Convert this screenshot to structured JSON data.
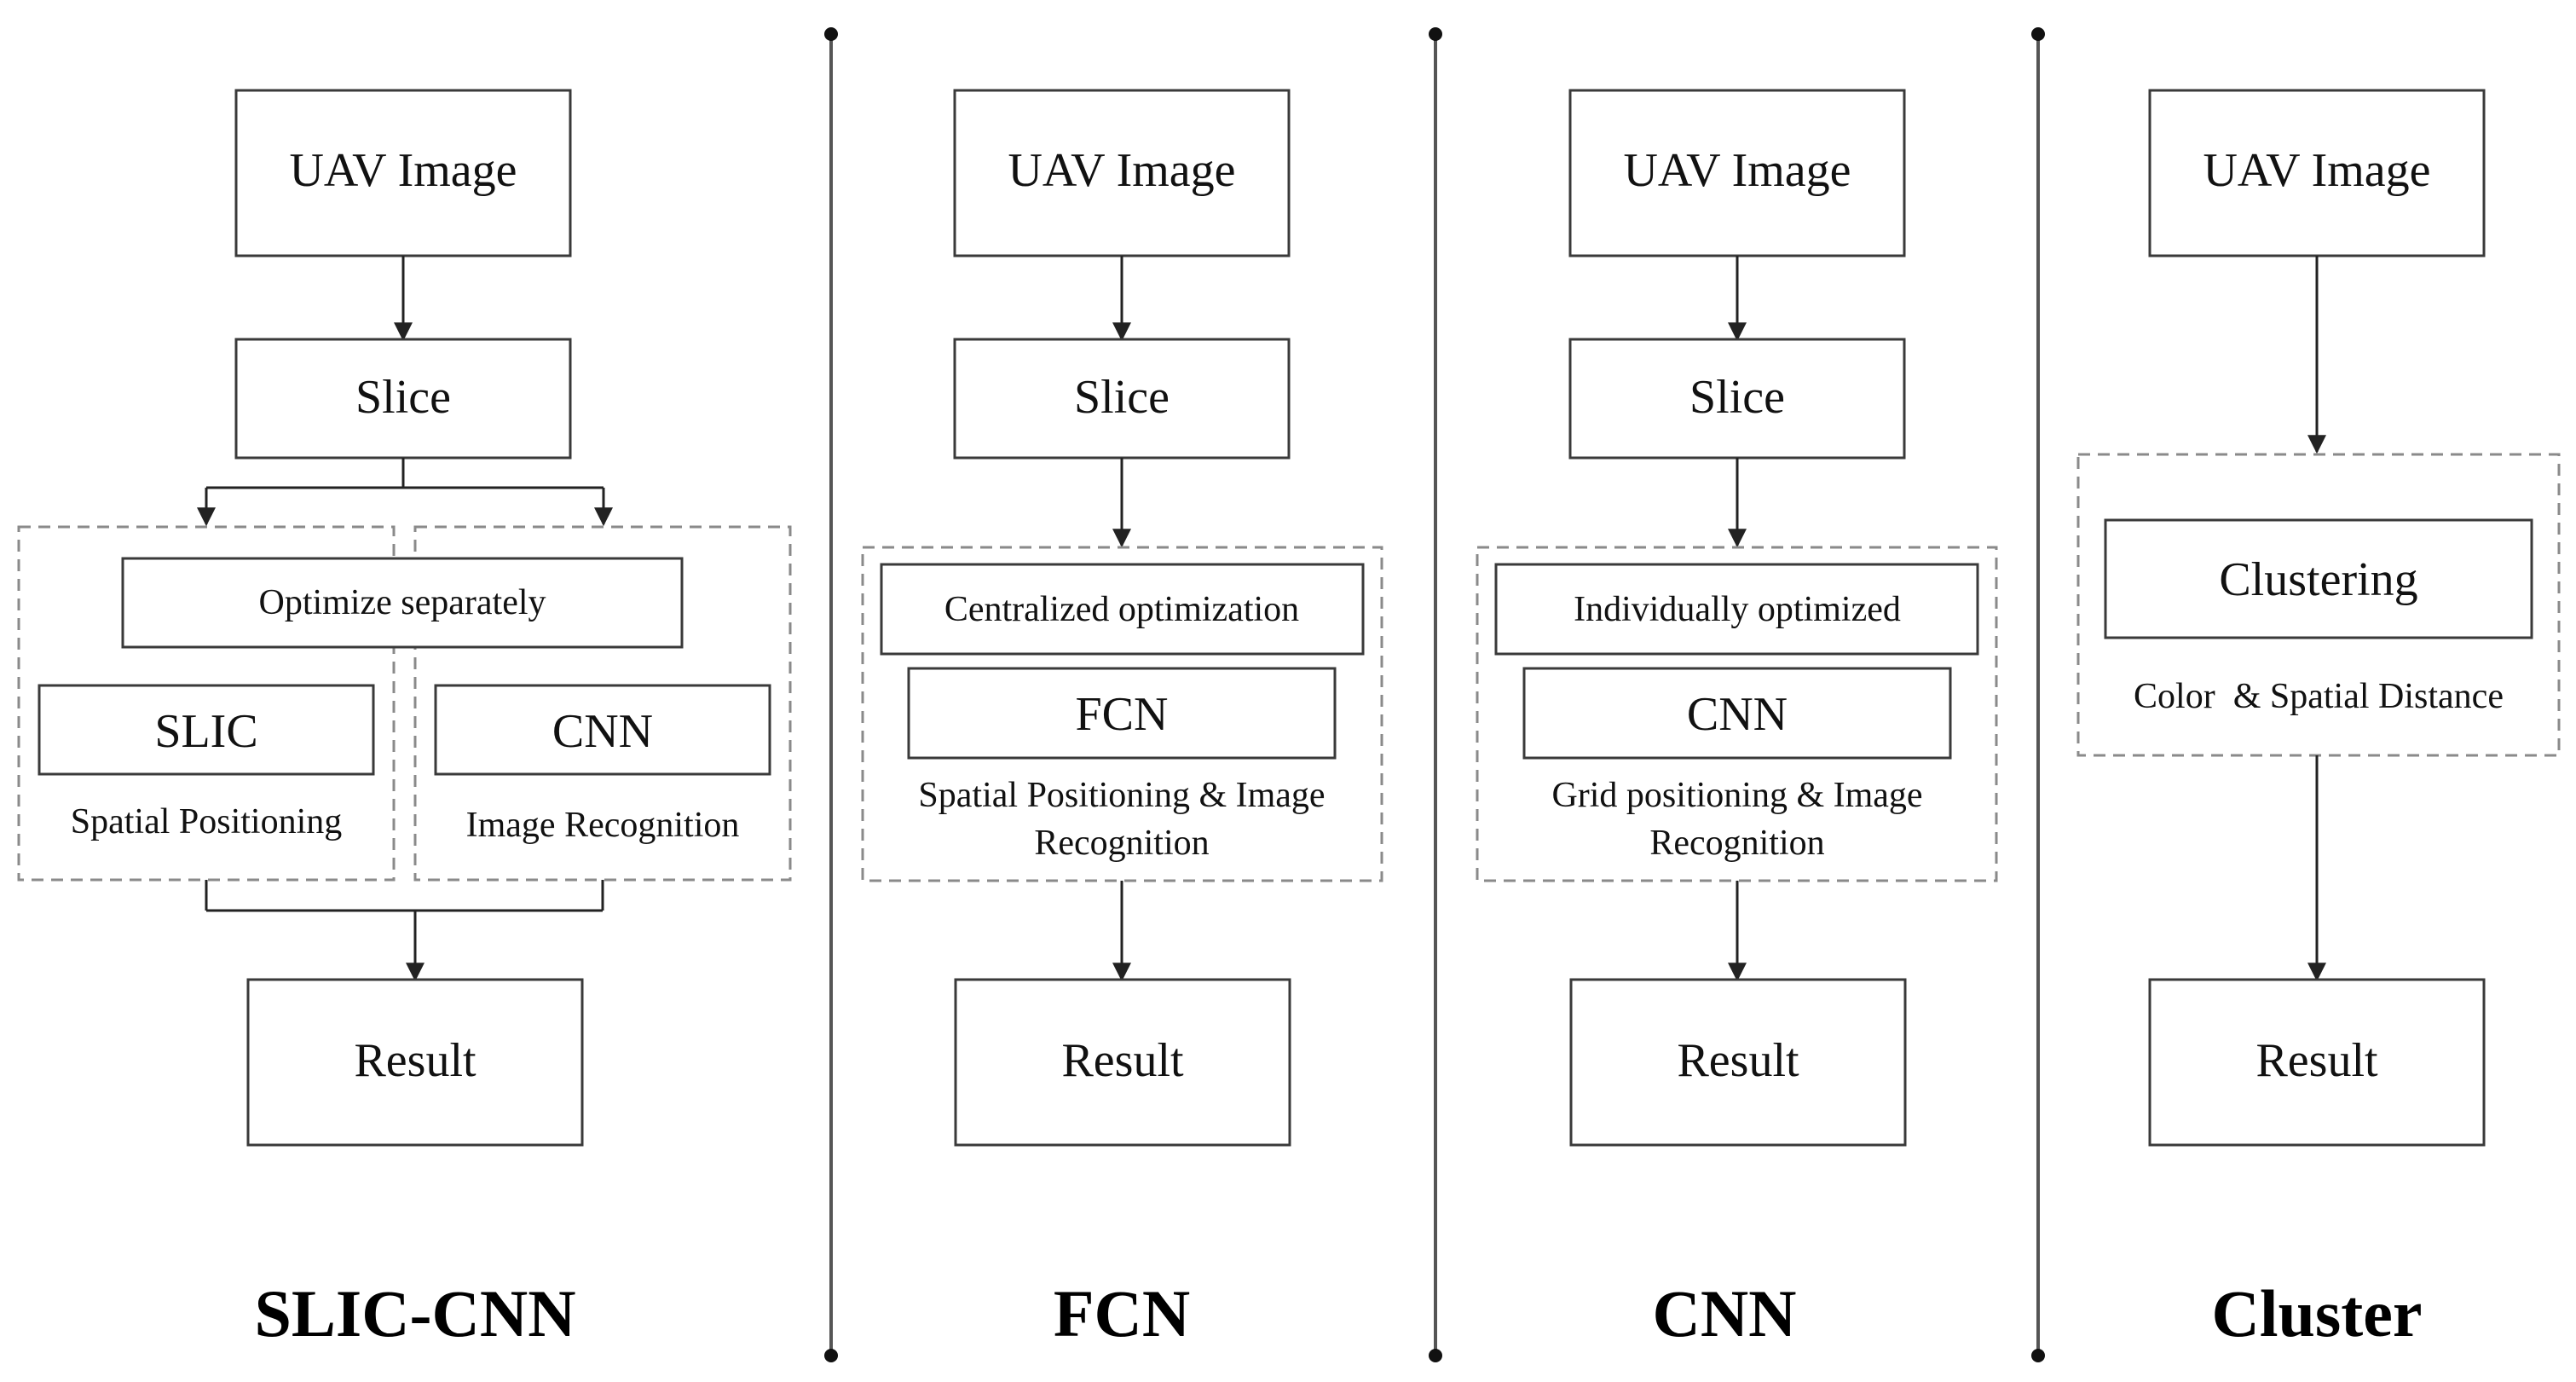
{
  "columns": [
    {
      "title": "SLIC-CNN",
      "input": "UAV Image",
      "slice": "Slice",
      "optimize": "Optimize separately",
      "left_method": "SLIC",
      "left_caption": "Spatial Positioning",
      "right_method": "CNN",
      "right_caption": "Image Recognition",
      "result": "Result"
    },
    {
      "title": "FCN",
      "input": "UAV Image",
      "slice": "Slice",
      "optimize": "Centralized optimization",
      "method": "FCN",
      "caption_line1": "Spatial Positioning & Image",
      "caption_line2": "Recognition",
      "result": "Result"
    },
    {
      "title": "CNN",
      "input": "UAV Image",
      "slice": "Slice",
      "optimize": "Individually optimized",
      "method": "CNN",
      "caption_line1": "Grid positioning & Image",
      "caption_line2": "Recognition",
      "result": "Result"
    },
    {
      "title": "Cluster",
      "input": "UAV Image",
      "method": "Clustering",
      "caption": "Color  & Spatial Distance",
      "result": "Result"
    }
  ]
}
